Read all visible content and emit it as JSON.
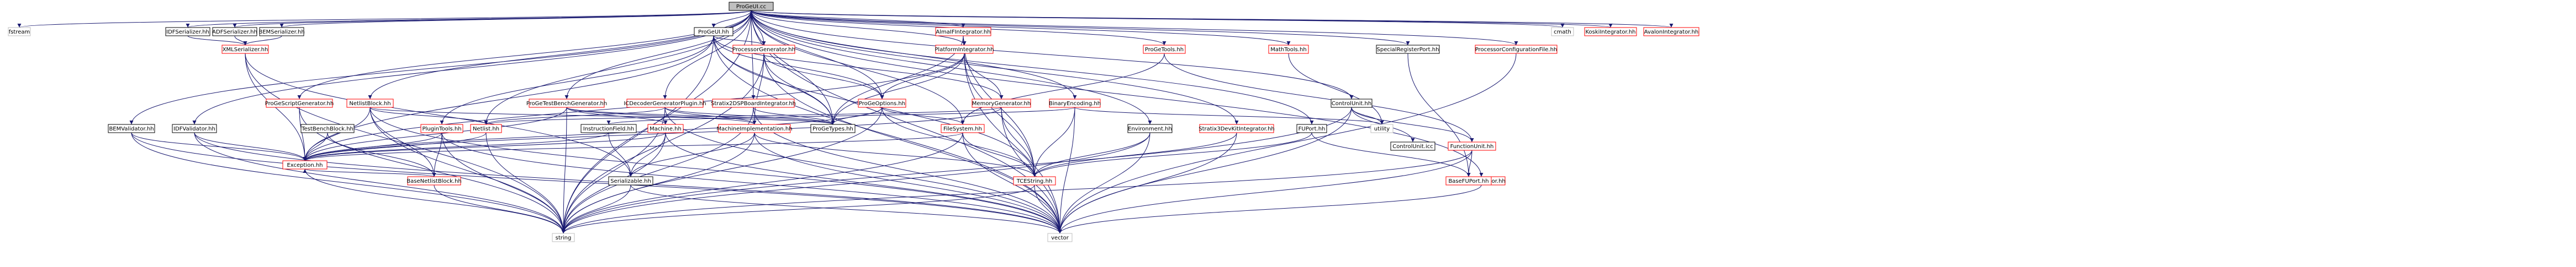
{
  "graph": {
    "root": "ProGeUI.cc",
    "colors": {
      "edge": "#191970",
      "node_fill": "#ffffff",
      "node_border": "#000000",
      "node_border_red": "#ff0000",
      "node_border_gray": "#bfbfbf",
      "root_fill": "#bfbfbf"
    },
    "nodes": [
      {
        "id": "n0",
        "label": "ProGeUI.cc",
        "style": "root"
      },
      {
        "id": "n1",
        "label": "fstream",
        "style": "plain"
      },
      {
        "id": "n2",
        "label": "IDFSerializer.hh",
        "style": "black"
      },
      {
        "id": "n3",
        "label": "ADFSerializer.hh",
        "style": "black"
      },
      {
        "id": "n4",
        "label": "BEMSerializer.hh",
        "style": "black"
      },
      {
        "id": "n5",
        "label": "XMLSerializer.hh",
        "style": "red"
      },
      {
        "id": "n6",
        "label": "ProGeScriptGenerator.hh",
        "style": "red"
      },
      {
        "id": "n7",
        "label": "BEMValidator.hh",
        "style": "black"
      },
      {
        "id": "n8",
        "label": "IDFValidator.hh",
        "style": "black"
      },
      {
        "id": "n9",
        "label": "NetlistBlock.hh",
        "style": "red"
      },
      {
        "id": "n10",
        "label": "ProGeUI.hh",
        "style": "black"
      },
      {
        "id": "n11",
        "label": "ProcessorGenerator.hh",
        "style": "red"
      },
      {
        "id": "n12",
        "label": "ProGeTestBenchGenerator.hh",
        "style": "red"
      },
      {
        "id": "n13",
        "label": "ICDecoderGeneratorPlugin.hh",
        "style": "red"
      },
      {
        "id": "n14",
        "label": "Stratix2DSPBoardIntegrator.hh",
        "style": "red"
      },
      {
        "id": "n15",
        "label": "AlmaIFIntegrator.hh",
        "style": "red"
      },
      {
        "id": "n16",
        "label": "PlatformIntegrator.hh",
        "style": "red"
      },
      {
        "id": "n17",
        "label": "ProGeOptions.hh",
        "style": "red"
      },
      {
        "id": "n18",
        "label": "MemoryGenerator.hh",
        "style": "red"
      },
      {
        "id": "n19",
        "label": "BinaryEncoding.hh",
        "style": "red"
      },
      {
        "id": "n20",
        "label": "ProGeTools.hh",
        "style": "red"
      },
      {
        "id": "n21",
        "label": "MathTools.hh",
        "style": "red"
      },
      {
        "id": "n22",
        "label": "ControlUnit.hh",
        "style": "black"
      },
      {
        "id": "n23",
        "label": "SpecialRegisterPort.hh",
        "style": "black"
      },
      {
        "id": "n24",
        "label": "ProcessorConfigurationFile.hh",
        "style": "red"
      },
      {
        "id": "n25",
        "label": "cmath",
        "style": "plain"
      },
      {
        "id": "n26",
        "label": "KoskiIntegrator.hh",
        "style": "red"
      },
      {
        "id": "n27",
        "label": "AvalonIntegrator.hh",
        "style": "red"
      },
      {
        "id": "n28",
        "label": "TestBenchBlock.hh",
        "style": "black"
      },
      {
        "id": "n29",
        "label": "PluginTools.hh",
        "style": "red"
      },
      {
        "id": "n30",
        "label": "Netlist.hh",
        "style": "red"
      },
      {
        "id": "n31",
        "label": "InstructionField.hh",
        "style": "black"
      },
      {
        "id": "n32",
        "label": "Machine.hh",
        "style": "red"
      },
      {
        "id": "n33",
        "label": "MachineImplementation.hh",
        "style": "red"
      },
      {
        "id": "n34",
        "label": "ProGeTypes.hh",
        "style": "black"
      },
      {
        "id": "n35",
        "label": "FileSystem.hh",
        "style": "red"
      },
      {
        "id": "n36",
        "label": "Environment.hh",
        "style": "black"
      },
      {
        "id": "n37",
        "label": "Stratix3DevKitIntegrator.hh",
        "style": "red"
      },
      {
        "id": "n38",
        "label": "FUPort.hh",
        "style": "black"
      },
      {
        "id": "n39",
        "label": "utility",
        "style": "plain"
      },
      {
        "id": "n40",
        "label": "ControlUnit.icc",
        "style": "black"
      },
      {
        "id": "n41",
        "label": "FunctionUnit.hh",
        "style": "red"
      },
      {
        "id": "n42",
        "label": "BEMGenerator.hh",
        "style": "red"
      },
      {
        "id": "n43",
        "label": "Exception.hh",
        "style": "red"
      },
      {
        "id": "n44",
        "label": "BaseNetlistBlock.hh",
        "style": "red"
      },
      {
        "id": "n45",
        "label": "Serializable.hh",
        "style": "black"
      },
      {
        "id": "n46",
        "label": "TCEString.hh",
        "style": "red"
      },
      {
        "id": "n47",
        "label": "BaseFUPort.hh",
        "style": "red"
      },
      {
        "id": "n48",
        "label": "string",
        "style": "plain"
      },
      {
        "id": "n49",
        "label": "vector",
        "style": "plain"
      }
    ],
    "edges": [
      [
        "n0",
        "n1"
      ],
      [
        "n0",
        "n2"
      ],
      [
        "n0",
        "n3"
      ],
      [
        "n0",
        "n4"
      ],
      [
        "n0",
        "n6"
      ],
      [
        "n0",
        "n7"
      ],
      [
        "n0",
        "n8"
      ],
      [
        "n0",
        "n9"
      ],
      [
        "n0",
        "n10"
      ],
      [
        "n0",
        "n11"
      ],
      [
        "n0",
        "n12"
      ],
      [
        "n0",
        "n13"
      ],
      [
        "n0",
        "n14"
      ],
      [
        "n0",
        "n15"
      ],
      [
        "n0",
        "n16"
      ],
      [
        "n0",
        "n17"
      ],
      [
        "n0",
        "n19"
      ],
      [
        "n0",
        "n20"
      ],
      [
        "n0",
        "n21"
      ],
      [
        "n0",
        "n22"
      ],
      [
        "n0",
        "n23"
      ],
      [
        "n0",
        "n24"
      ],
      [
        "n0",
        "n25"
      ],
      [
        "n0",
        "n26"
      ],
      [
        "n0",
        "n27"
      ],
      [
        "n0",
        "n30"
      ],
      [
        "n0",
        "n34"
      ],
      [
        "n0",
        "n35"
      ],
      [
        "n0",
        "n36"
      ],
      [
        "n0",
        "n37"
      ],
      [
        "n0",
        "n38"
      ],
      [
        "n0",
        "n42"
      ],
      [
        "n0",
        "n48"
      ],
      [
        "n0",
        "n49"
      ],
      [
        "n2",
        "n5"
      ],
      [
        "n3",
        "n5"
      ],
      [
        "n4",
        "n5"
      ],
      [
        "n5",
        "n43"
      ],
      [
        "n5",
        "n48"
      ],
      [
        "n5",
        "n45"
      ],
      [
        "n6",
        "n43"
      ],
      [
        "n6",
        "n48"
      ],
      [
        "n7",
        "n43"
      ],
      [
        "n7",
        "n48"
      ],
      [
        "n7",
        "n49"
      ],
      [
        "n8",
        "n43"
      ],
      [
        "n8",
        "n48"
      ],
      [
        "n8",
        "n49"
      ],
      [
        "n9",
        "n30"
      ],
      [
        "n9",
        "n44"
      ],
      [
        "n9",
        "n43"
      ],
      [
        "n9",
        "n34"
      ],
      [
        "n9",
        "n48"
      ],
      [
        "n9",
        "n49"
      ],
      [
        "n10",
        "n11"
      ],
      [
        "n10",
        "n17"
      ],
      [
        "n10",
        "n18"
      ],
      [
        "n10",
        "n29"
      ],
      [
        "n10",
        "n34"
      ],
      [
        "n10",
        "n43"
      ],
      [
        "n10",
        "n46"
      ],
      [
        "n10",
        "n48"
      ],
      [
        "n10",
        "n49"
      ],
      [
        "n11",
        "n17"
      ],
      [
        "n11",
        "n34"
      ],
      [
        "n11",
        "n33"
      ],
      [
        "n11",
        "n48"
      ],
      [
        "n11",
        "n49"
      ],
      [
        "n12",
        "n43"
      ],
      [
        "n12",
        "n32"
      ],
      [
        "n12",
        "n33"
      ],
      [
        "n12",
        "n34"
      ],
      [
        "n12",
        "n48"
      ],
      [
        "n13",
        "n30"
      ],
      [
        "n13",
        "n33"
      ],
      [
        "n13",
        "n34"
      ],
      [
        "n13",
        "n48"
      ],
      [
        "n13",
        "n49"
      ],
      [
        "n14",
        "n34"
      ],
      [
        "n14",
        "n48"
      ],
      [
        "n14",
        "n49"
      ],
      [
        "n15",
        "n16"
      ],
      [
        "n15",
        "n34"
      ],
      [
        "n15",
        "n46"
      ],
      [
        "n16",
        "n17"
      ],
      [
        "n16",
        "n18"
      ],
      [
        "n16",
        "n34"
      ],
      [
        "n16",
        "n43"
      ],
      [
        "n16",
        "n46"
      ],
      [
        "n16",
        "n49"
      ],
      [
        "n17",
        "n34"
      ],
      [
        "n17",
        "n35"
      ],
      [
        "n17",
        "n46"
      ],
      [
        "n17",
        "n48"
      ],
      [
        "n17",
        "n43"
      ],
      [
        "n18",
        "n30"
      ],
      [
        "n18",
        "n46"
      ],
      [
        "n18",
        "n49"
      ],
      [
        "n18",
        "n43"
      ],
      [
        "n19",
        "n31"
      ],
      [
        "n19",
        "n46"
      ],
      [
        "n19",
        "n39"
      ],
      [
        "n19",
        "n49"
      ],
      [
        "n20",
        "n35"
      ],
      [
        "n20",
        "n41"
      ],
      [
        "n21",
        "n39"
      ],
      [
        "n22",
        "n39"
      ],
      [
        "n22",
        "n40"
      ],
      [
        "n22",
        "n41"
      ],
      [
        "n22",
        "n48"
      ],
      [
        "n22",
        "n49"
      ],
      [
        "n23",
        "n47"
      ],
      [
        "n24",
        "n49"
      ],
      [
        "n28",
        "n43"
      ],
      [
        "n28",
        "n44"
      ],
      [
        "n29",
        "n43"
      ],
      [
        "n29",
        "n44"
      ],
      [
        "n29",
        "n48"
      ],
      [
        "n29",
        "n49"
      ],
      [
        "n30",
        "n43"
      ],
      [
        "n30",
        "n48"
      ],
      [
        "n31",
        "n45"
      ],
      [
        "n31",
        "n43"
      ],
      [
        "n32",
        "n43"
      ],
      [
        "n32",
        "n45"
      ],
      [
        "n32",
        "n48"
      ],
      [
        "n32",
        "n49"
      ],
      [
        "n33",
        "n45"
      ],
      [
        "n33",
        "n46"
      ],
      [
        "n33",
        "n48"
      ],
      [
        "n33",
        "n49"
      ],
      [
        "n35",
        "n43"
      ],
      [
        "n35",
        "n46"
      ],
      [
        "n35",
        "n48"
      ],
      [
        "n35",
        "n49"
      ],
      [
        "n36",
        "n46"
      ],
      [
        "n36",
        "n48"
      ],
      [
        "n36",
        "n49"
      ],
      [
        "n37",
        "n46"
      ],
      [
        "n37",
        "n49"
      ],
      [
        "n38",
        "n47"
      ],
      [
        "n38",
        "n46"
      ],
      [
        "n41",
        "n47"
      ],
      [
        "n41",
        "n48"
      ],
      [
        "n41",
        "n49"
      ],
      [
        "n42",
        "n49"
      ],
      [
        "n44",
        "n43"
      ],
      [
        "n44",
        "n48"
      ],
      [
        "n45",
        "n48"
      ],
      [
        "n45",
        "n49"
      ],
      [
        "n46",
        "n48"
      ],
      [
        "n46",
        "n49"
      ],
      [
        "n43",
        "n48"
      ]
    ]
  }
}
